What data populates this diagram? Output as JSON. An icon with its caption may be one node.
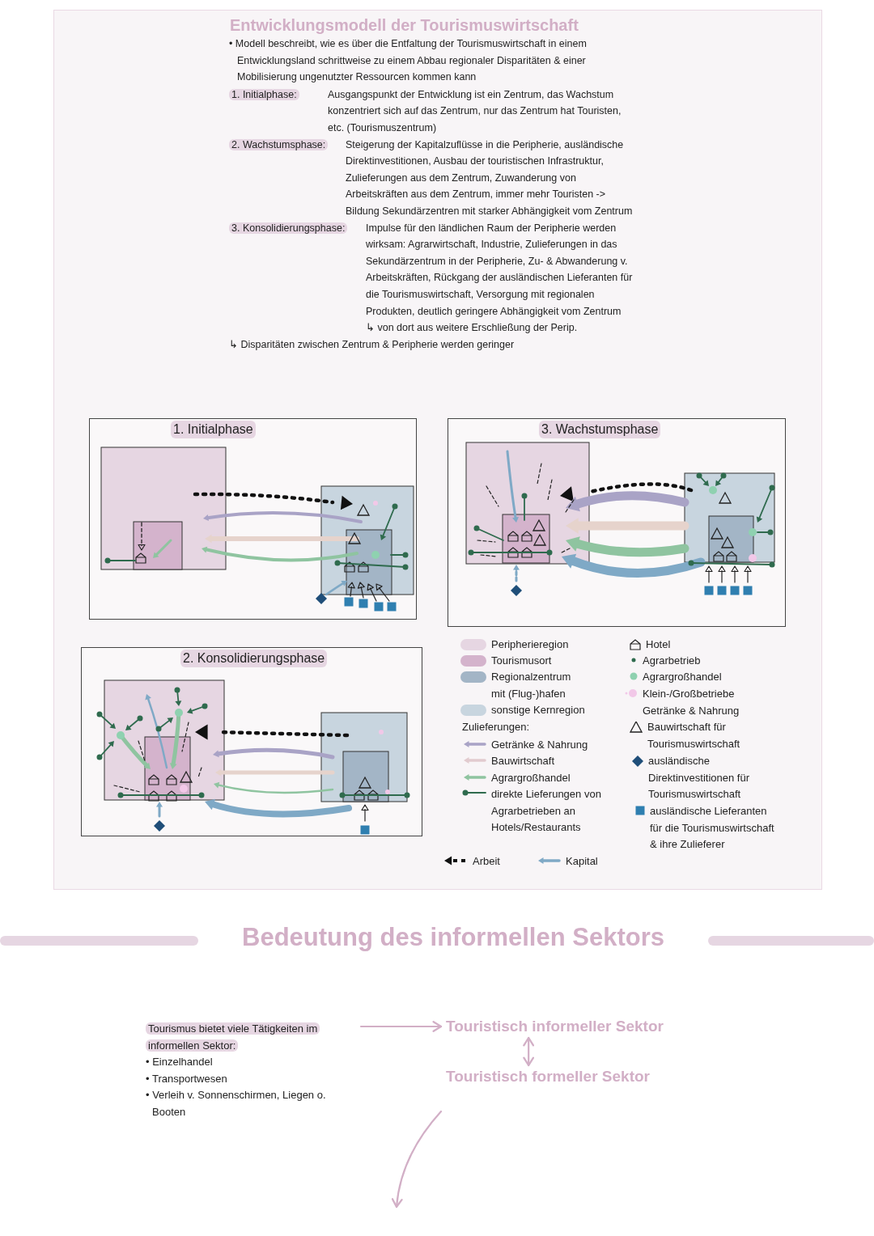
{
  "diagram": {
    "title": "Entwicklungsmodell der Tourismuswirtschaft",
    "nodes": [
      {
        "text": [
          "1. Initialphase"
        ]
      },
      {
        "text": [
          "3. Wachstumsphase"
        ]
      },
      {
        "text": [
          "2. Konsolidierungsphase"
        ]
      },
      {
        "text": [
          "Tourismus bietet viele Tätigkeiten im informellen Sektor:",
          "• Einzelhandel",
          "• Transportwesen",
          "• Verleih v. Sonnenschirmen, Liegen o. Booten"
        ]
      },
      {
        "text": [
          "Touristisch informeller Sektor"
        ]
      },
      {
        "text": [
          "Touristisch formeller Sektor"
        ]
      }
    ],
    "edges": [
      {
        "from": 3,
        "to": 4,
        "arrow": "to"
      },
      {
        "from": 4,
        "to": 5,
        "arrow": "both"
      },
      {
        "from": 5,
        "to": null,
        "arrow": "to"
      }
    ],
    "labels": [
      "• Modell beschreibt, wie es über die Entfaltung der Tourismuswirtschaft in einem Entwicklungsland schrittweise zu einem Abbau regionaler Disparitäten & einer Mobilisierung ungenutzter Ressourcen kommen kann",
      "1. Initialphase:",
      "Ausgangspunkt der Entwicklung ist ein Zentrum, das Wachstum konzentriert sich auf das Zentrum, nur das Zentrum hat Touristen, etc. (Tourismuszentrum)",
      "2. Wachstumsphase:",
      "Steigerung der Kapitalzuflüsse in die Peripherie, ausländische Direktinvestitionen, Ausbau der touristischen Infrastruktur, Zulieferungen aus dem Zentrum, Zuwanderung von Arbeitskräften aus dem Zentrum, immer mehr Touristen -> Bildung Sekundärzentren mit starker Abhängigkeit vom Zentrum",
      "3. Konsolidierungsphase:",
      "Impulse für den ländlichen Raum der Peripherie werden wirksam: Agrarwirtschaft, Industrie, Zulieferungen in das Sekundärzentrum in der Peripherie, Zu- & Abwanderung v. Arbeitskräften, Rückgang der ausländischen Lieferanten für die Tourismuswirtschaft, Versorgung mit regionalen Produkten, deutlich geringere Abhängigkeit vom Zentrum",
      "↳ von dort aus weitere Erschließung der Perip.",
      "↳ Disparitäten zwischen Zentrum & Peripherie werden geringer",
      "Zulieferungen:",
      "Bedeutung des informellen Sektors"
    ],
    "legend": [
      {
        "text": "Peripherieregion",
        "color": "#e6d6e2"
      },
      {
        "text": "Tourismusort",
        "color": "#d4b3cc"
      },
      {
        "text": "Regionalzentrum mit (Flug-)hafen",
        "color": "#a3b5c6"
      },
      {
        "text": "sonstige Kernregion",
        "color": "#c8d5df"
      },
      {
        "text": "Getränke & Nahrung"
      },
      {
        "text": "Bauwirtschaft"
      },
      {
        "text": "Agrargroßhandel"
      },
      {
        "text": "direkte Lieferungen von Agrarbetrieben an Hotels/Restaurants"
      },
      {
        "text": "Arbeit"
      },
      {
        "text": "Kapital"
      },
      {
        "text": "Hotel"
      },
      {
        "text": "Agrarbetrieb"
      },
      {
        "text": "Agrargroßhandel"
      },
      {
        "text": "Klein-/Großbetriebe Getränke & Nahrung"
      },
      {
        "text": "Bauwirtschaft für Tourismuswirtschaft"
      },
      {
        "text": "ausländische Direktinvestitionen für Tourismuswirtschaft"
      },
      {
        "text": "ausländische Lieferanten für die Tourismuswirtschaft & ihre Zulieferer"
      }
    ]
  }
}
